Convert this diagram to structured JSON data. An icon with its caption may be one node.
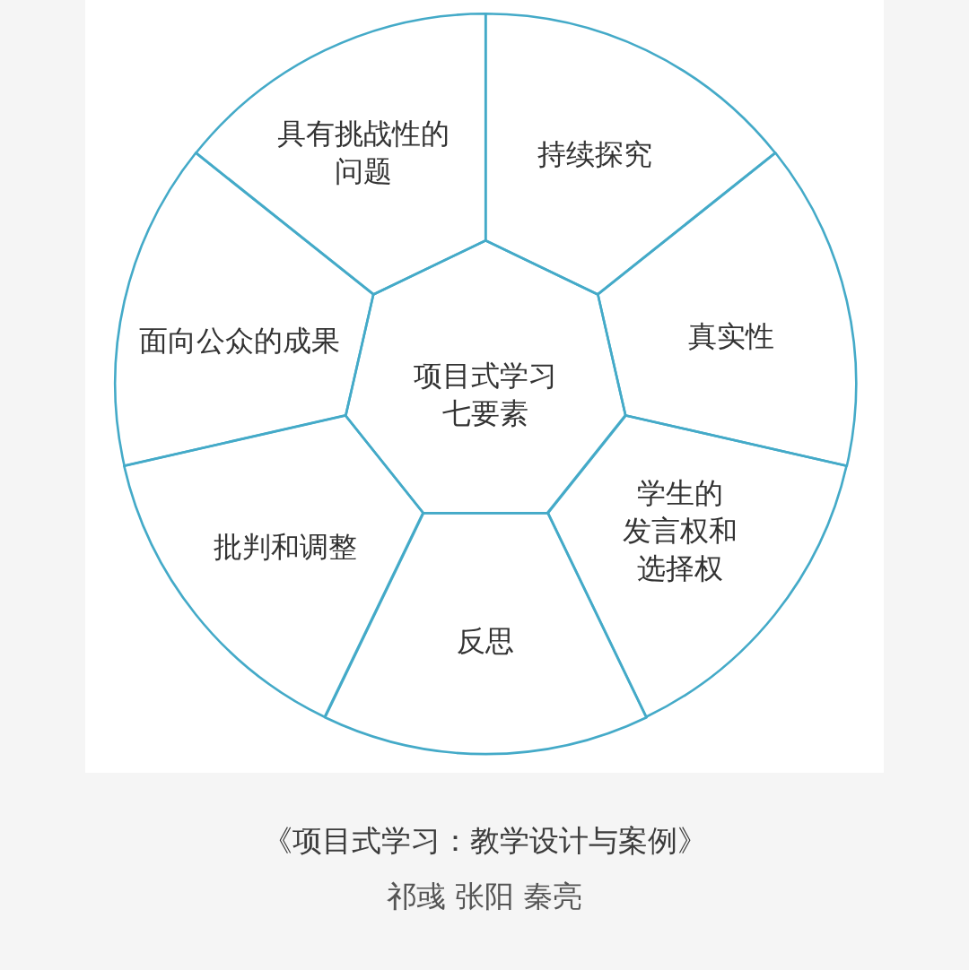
{
  "diagram": {
    "caption": "《项目式学习：教学设计与案例》",
    "nodes": [
      {
        "text": [
          "项目式学习七要素"
        ]
      },
      {
        "text": [
          "具有挑战性的问题"
        ]
      },
      {
        "text": [
          "持续探究"
        ]
      },
      {
        "text": [
          "真实性"
        ]
      },
      {
        "text": [
          "学生的发言权和选择权"
        ]
      },
      {
        "text": [
          "反思"
        ]
      },
      {
        "text": [
          "批判和调整"
        ]
      },
      {
        "text": [
          "面向公众的成果"
        ]
      }
    ],
    "labels": [
      "祁彧 张阳 秦亮"
    ]
  }
}
